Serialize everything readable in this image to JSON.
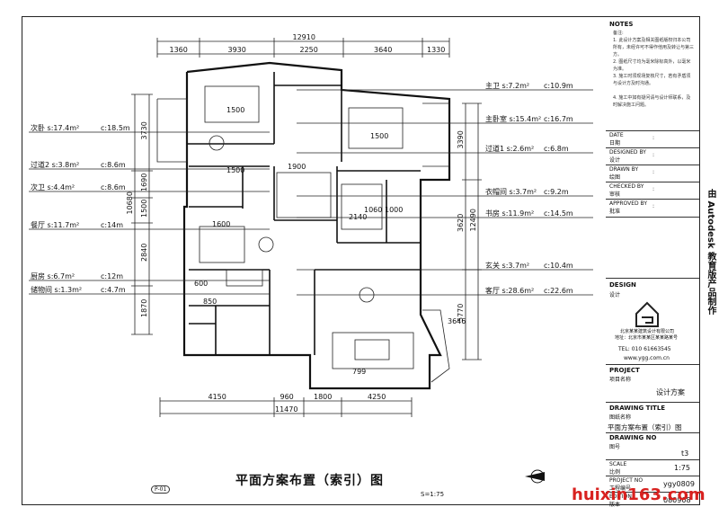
{
  "drawing": {
    "title": "平面方案布置（索引）图",
    "scale": "S=1:75",
    "page_no": "P-01",
    "top_dims": {
      "total": "12910",
      "parts": [
        "1360",
        "3930",
        "2250",
        "3640",
        "1330"
      ]
    },
    "bottom_dims": {
      "total": "11470",
      "parts": [
        "4150",
        "960",
        "1800",
        "4250"
      ]
    },
    "left_dims": {
      "total": "10680",
      "parts": [
        "3730",
        "1690",
        "1500",
        "2840",
        "1870"
      ]
    },
    "right_dims": {
      "total": "12490",
      "parts": [
        "3390",
        "3620",
        "5770"
      ]
    },
    "inner_dims": [
      "1500",
      "1500",
      "1600",
      "1900",
      "2140",
      "1060",
      "1000",
      "600",
      "850",
      "799",
      "3646",
      "1500"
    ],
    "rooms_left": [
      {
        "name": "次卧 s:17.4m²",
        "perimeter": "c:18.5m"
      },
      {
        "name": "过道2 s:3.8m²",
        "perimeter": "c:8.6m"
      },
      {
        "name": "次卫 s:4.4m²",
        "perimeter": "c:8.6m"
      },
      {
        "name": "餐厅 s:11.7m²",
        "perimeter": "c:14m"
      },
      {
        "name": "厨房 s:6.7m²",
        "perimeter": "c:12m"
      },
      {
        "name": "储物间 s:1.3m²",
        "perimeter": "c:4.7m"
      }
    ],
    "rooms_right": [
      {
        "name": "主卫 s:7.2m²",
        "perimeter": "c:10.9m"
      },
      {
        "name": "主卧室 s:15.4m²",
        "perimeter": "c:16.7m"
      },
      {
        "name": "过道1 s:2.6m²",
        "perimeter": "c:6.8m"
      },
      {
        "name": "衣帽间 s:3.7m²",
        "perimeter": "c:9.2m"
      },
      {
        "name": "书房 s:11.9m²",
        "perimeter": "c:14.5m"
      },
      {
        "name": "玄关 s:3.7m²",
        "perimeter": "c:10.4m"
      },
      {
        "name": "客厅 s:28.6m²",
        "perimeter": "c:22.6m"
      }
    ]
  },
  "titleblock": {
    "notes_heading": "NOTES",
    "notes": [
      "备注:",
      "1. 此设计方案及相关图纸版权归本公司所有，未经许可不得作他用及转让与第三方。",
      "2. 图纸尺寸均为毫米除标高外，以毫米为准。",
      "3. 施工时须现场复核尺寸，若有矛盾须与设计方及时沟通。",
      "4. 施工中如有疑问请与设计师联系，及时解决施工问题。"
    ],
    "fields": [
      {
        "label": "DATE",
        "sub": "日期",
        "value": ":"
      },
      {
        "label": "DESIGNED BY",
        "sub": "设计",
        "value": ":"
      },
      {
        "label": "DRAWN BY",
        "sub": "绘图",
        "value": ":"
      },
      {
        "label": "CHECKED BY",
        "sub": "审核",
        "value": ":"
      },
      {
        "label": "APPROVED BY",
        "sub": "批准",
        "value": ":"
      }
    ],
    "design_heading": "DESIGN",
    "design_sub": "设计",
    "company": "北京某某建筑设计有限公司",
    "address": "地址：北京市某某区某某路某号",
    "phone": "TEL: 010 61663545",
    "web": "www.ygg.com.cn",
    "project_heading": "PROJECT",
    "project_sub": "项目名称",
    "project_value": "设计方案",
    "drawing_title_heading": "DRAWING TITLE",
    "drawing_title_sub": "图纸名称",
    "drawing_title_value": "平面方案布置（索引）图",
    "drawing_no_heading": "DRAWING NO",
    "drawing_no_sub": "图号",
    "drawing_no_value": "t3",
    "rows": [
      {
        "label": "SCALE",
        "sub": "比例",
        "value": "1:75"
      },
      {
        "label": "PROJECT NO",
        "sub": "工程编号",
        "value": "ygy0809"
      },
      {
        "label": "EDITION",
        "sub": "版本",
        "value": "080908"
      }
    ],
    "side_text": "由 Autodesk 教育版产品制作",
    "watermark": "huixin163.com"
  }
}
